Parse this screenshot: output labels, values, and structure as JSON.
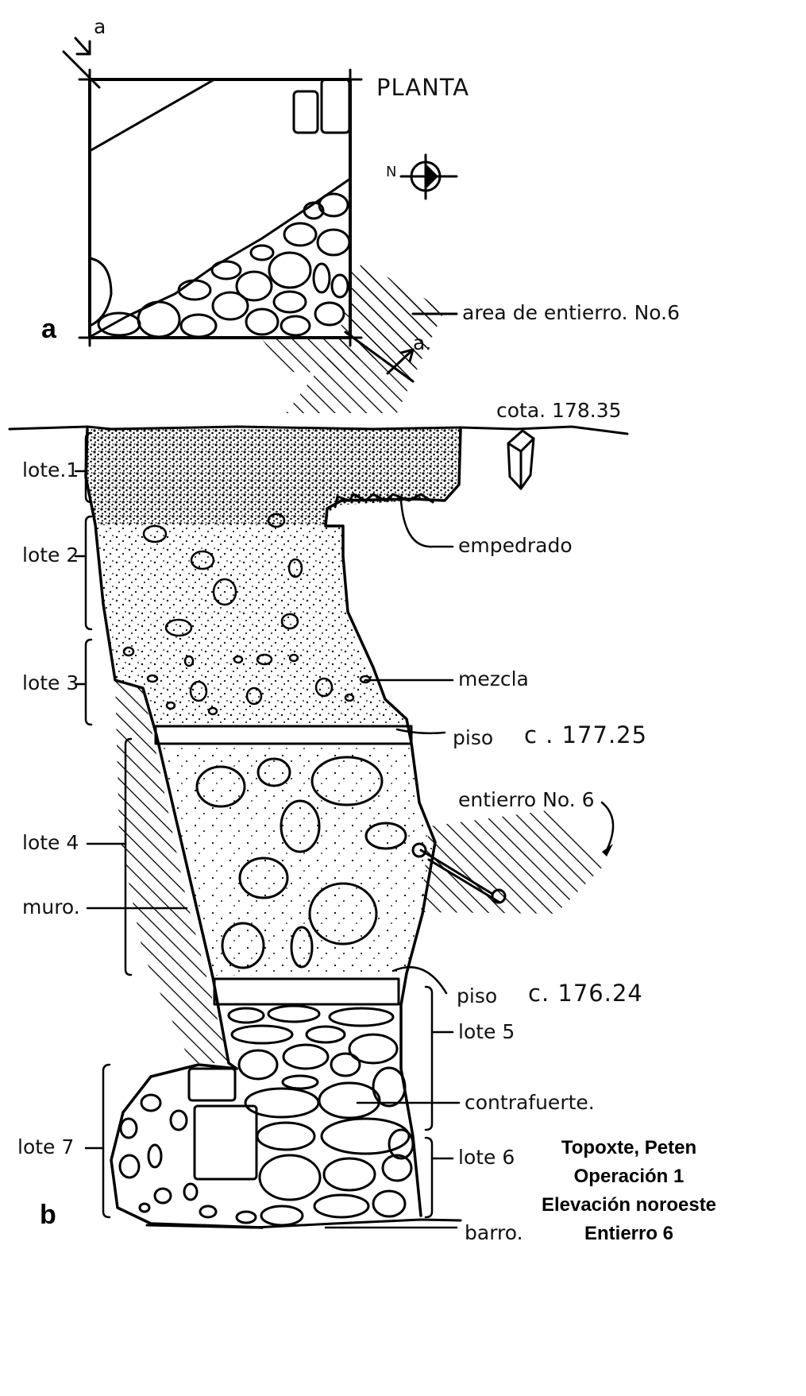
{
  "plan": {
    "panel_letter": "a",
    "title": "PLANTA",
    "north_label": "N",
    "section_marker": "a",
    "section_marker_end": "a.",
    "burial_area_label": "area de entierro. No.6"
  },
  "section": {
    "panel_letter": "b",
    "elevation_label": "cota. 178.35",
    "labels": {
      "lote1": "lote.1",
      "lote2": "lote 2",
      "lote3": "lote 3",
      "lote4": "lote 4",
      "muro": "muro.",
      "lote7": "lote 7",
      "empedrado": "empedrado",
      "mezcla": "mezcla",
      "piso_upper": "piso",
      "cota_upper": "c . 177.25",
      "entierro": "entierro No. 6",
      "piso_lower": "piso",
      "cota_lower": "c. 176.24",
      "lote5": "lote 5",
      "contrafuerte": "contrafuerte.",
      "lote6": "lote 6",
      "barro": "barro."
    }
  },
  "caption": {
    "line1": "Topoxte, Peten",
    "line2": "Operación 1",
    "line3": "Elevación noroeste",
    "line4": "Entierro 6"
  }
}
